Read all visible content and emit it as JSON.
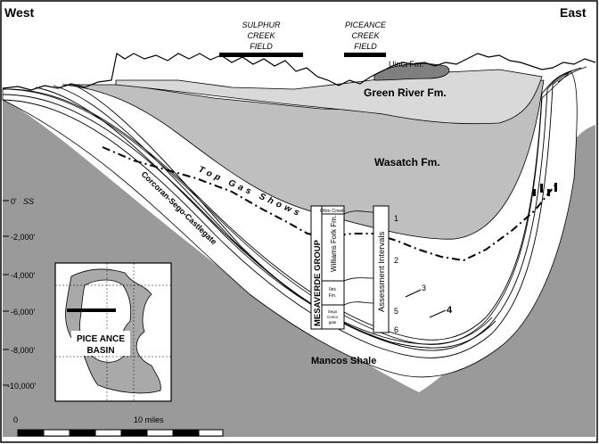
{
  "compass": {
    "west": "West",
    "east": "East"
  },
  "fields": {
    "sulphur_creek": [
      "SULPHUR",
      "CREEK",
      "FIELD"
    ],
    "piceance_creek": [
      "PICEANCE",
      "CREEK",
      "FIELD"
    ]
  },
  "formations": {
    "uinta": "Uinta Fm.",
    "green_river": "Green River Fm.",
    "wasatch": "Wasatch Fm.",
    "mancos": "Mancos Shale",
    "corcoran": "Corcoran-Sego-Castlegate",
    "top_gas_shows": "Top Gas Shows"
  },
  "column": {
    "group": "MESAVERDE GROUP",
    "ohio_creek": "Ohio Creek",
    "williams_fork": "Williams Fork Fm.",
    "iles": [
      "Iles",
      "Fm."
    ],
    "sego": [
      "Sego",
      "Corco",
      "gate"
    ]
  },
  "assessment": {
    "title": "Assessment Intervals",
    "numbers": [
      "1",
      "2",
      "3",
      "4",
      "5",
      "6"
    ]
  },
  "depth_axis": {
    "unit": "SS",
    "labels": [
      "0'",
      "-2,000'",
      "-4,000'",
      "-6,000'",
      "-8,000'",
      "-10,000'"
    ]
  },
  "scale_bar": {
    "start": "0",
    "end": "10 miles"
  },
  "inset": {
    "basin_name": [
      "PICE ANCE",
      "BASIN"
    ]
  },
  "colors": {
    "uinta": "#7f7f7f",
    "green_river": "#d9d9d9",
    "wasatch": "#bfbfbf",
    "mesaverde": "#ffffff",
    "mancos": "#9a9a9a"
  }
}
